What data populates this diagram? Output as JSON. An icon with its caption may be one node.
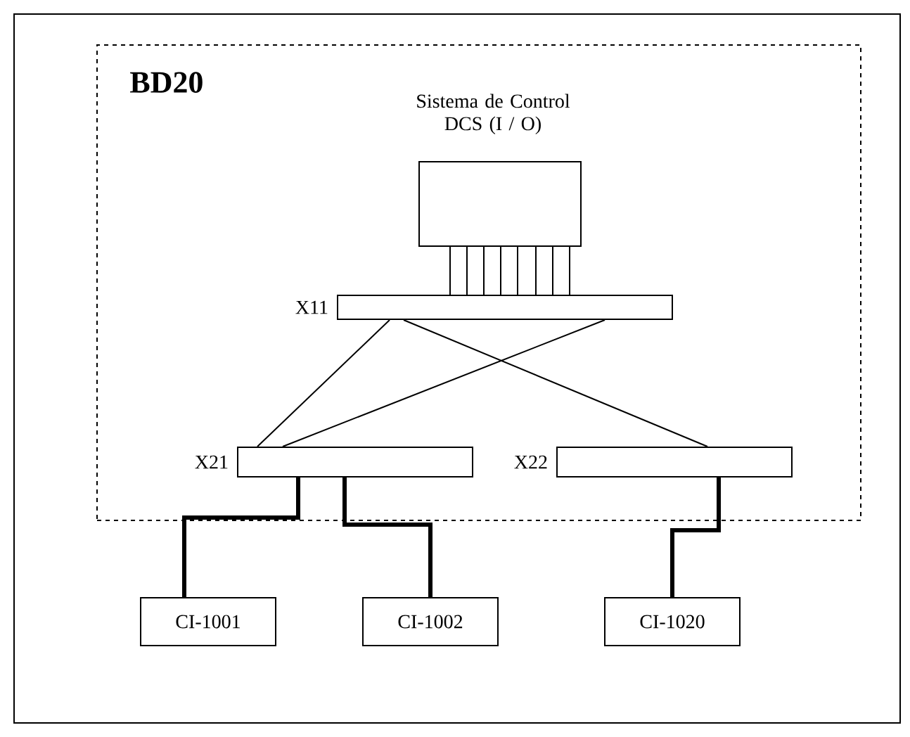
{
  "diagram": {
    "nodes": [
      {
        "text": [
          "BD20"
        ]
      },
      {
        "text": [
          "Sistema de Control DCS (I / O)"
        ],
        "in": 0
      },
      {
        "text": [],
        "shape": "bar",
        "beside": [
          "X11"
        ],
        "in": 0
      },
      {
        "text": [],
        "shape": "bar",
        "beside": [
          "X21"
        ],
        "in": 0
      },
      {
        "text": [],
        "shape": "bar",
        "beside": [
          "X22"
        ],
        "in": 0
      },
      {
        "text": [
          "CI-1001"
        ]
      },
      {
        "text": [
          "CI-1002"
        ]
      },
      {
        "text": [
          "CI-1020"
        ]
      }
    ],
    "edges": [
      {
        "from": 1,
        "to": 2,
        "arrow": "none"
      },
      {
        "from": 1,
        "to": 2,
        "arrow": "none"
      },
      {
        "from": 1,
        "to": 2,
        "arrow": "none"
      },
      {
        "from": 1,
        "to": 2,
        "arrow": "none"
      },
      {
        "from": 1,
        "to": 2,
        "arrow": "none"
      },
      {
        "from": 1,
        "to": 2,
        "arrow": "none"
      },
      {
        "from": 1,
        "to": 2,
        "arrow": "none"
      },
      {
        "from": 1,
        "to": 2,
        "arrow": "none"
      },
      {
        "from": 2,
        "to": 3,
        "arrow": "none"
      },
      {
        "from": 2,
        "to": 3,
        "arrow": "none"
      },
      {
        "from": 2,
        "to": 4,
        "arrow": "none"
      },
      {
        "from": 3,
        "to": 5,
        "arrow": "none",
        "style": "thick"
      },
      {
        "from": 3,
        "to": 6,
        "arrow": "none",
        "style": "thick"
      },
      {
        "from": 4,
        "to": 7,
        "arrow": "none",
        "style": "thick"
      }
    ]
  }
}
